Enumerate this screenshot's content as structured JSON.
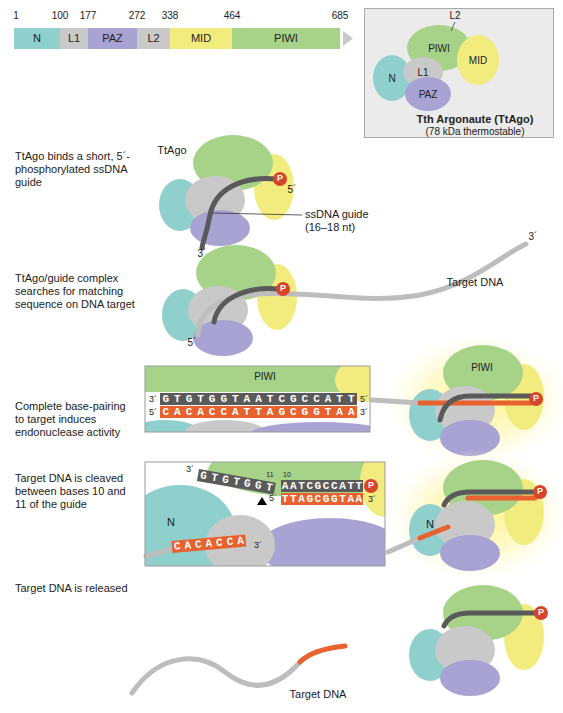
{
  "diagram": {
    "nodes": [
      {
        "text": [
          "N"
        ]
      },
      {
        "text": [
          "L1"
        ]
      },
      {
        "text": [
          "PAZ"
        ]
      },
      {
        "text": [
          "L2"
        ]
      },
      {
        "text": [
          "MID"
        ]
      },
      {
        "text": [
          "PIWI"
        ]
      },
      {
        "text": [
          "Tth Argonaute (TtAgo)",
          "(78 kDa thermostable)"
        ]
      },
      {
        "text": [
          "PIWI"
        ],
        "in": 6
      },
      {
        "text": [
          "MID"
        ],
        "in": 6
      },
      {
        "text": [
          "N"
        ],
        "in": 6
      },
      {
        "text": [
          "L1"
        ],
        "in": 6
      },
      {
        "text": [
          "PAZ"
        ],
        "in": 6
      },
      {
        "text": [
          "P"
        ]
      },
      {
        "text": [
          "P"
        ]
      },
      {
        "text": [
          "GTGTGGTAATCGCCATT"
        ]
      },
      {
        "text": [
          "CACACCATTAGCGGTAA"
        ]
      },
      {
        "text": [
          "P"
        ]
      },
      {
        "text": [
          "GTGTGGT"
        ]
      },
      {
        "text": [
          "AATCGCCATT"
        ]
      },
      {
        "text": [
          "P"
        ]
      },
      {
        "text": [
          "TTAGCGGTAA"
        ]
      },
      {
        "text": [
          "CACACCA"
        ]
      },
      {
        "text": [
          "P"
        ]
      },
      {
        "text": [
          "P"
        ]
      }
    ],
    "labels": [
      "1",
      "100",
      "177",
      "272",
      "338",
      "464",
      "685",
      "L2",
      "TtAgo binds a short, 5´-phosphorylated ssDNA guide",
      "TtAgo",
      "5´",
      "ssDNA guide (16–18 nt)",
      "3´",
      "TtAgo/guide complex searches for matching sequence on DNA target",
      "3´",
      "Target DNA",
      "5´",
      "Complete base-pairing to target induces endonuclease activity",
      "PIWI",
      "3´",
      "5´",
      "5´",
      "3´",
      "PIWI",
      "Target DNA is cleaved between bases 10 and 11 of the guide",
      "3´",
      "11",
      "10",
      "5´",
      "3´",
      "N",
      "3´",
      "N",
      "Target DNA is released",
      "Target DNA"
    ]
  }
}
